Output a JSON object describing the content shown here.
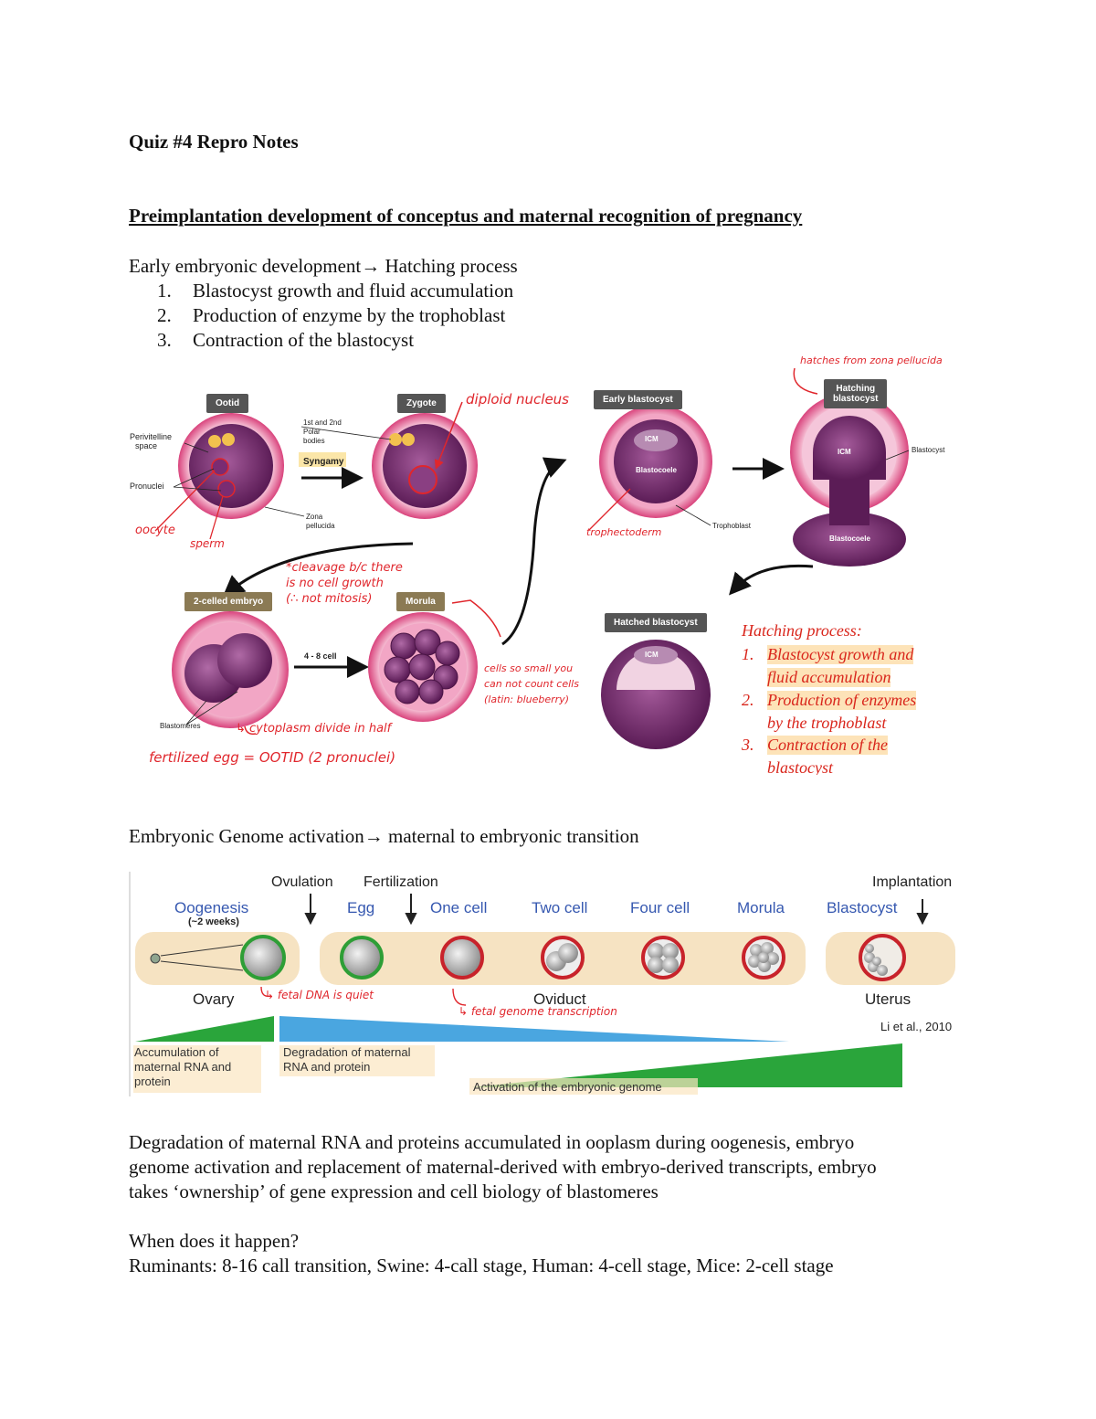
{
  "doc": {
    "title": "Quiz #4 Repro Notes",
    "section_heading": "Preimplantation development of conceptus and maternal recognition of pregnancy",
    "intro_line": "Early embryonic development→ Hatching process",
    "list": [
      {
        "num": "1.",
        "text": "Blastocyst growth and fluid accumulation"
      },
      {
        "num": "2.",
        "text": "Production of enzyme by the trophoblast"
      },
      {
        "num": "3.",
        "text": "Contraction of the blastocyst"
      }
    ],
    "genome_line": "Embryonic Genome activation→ maternal to embryonic transition",
    "degradation_para": [
      "Degradation of maternal RNA and proteins accumulated in ooplasm during oogenesis, embryo",
      "genome activation and replacement of maternal-derived with embryo-derived transcripts, embryo",
      "takes ‘ownership’ of gene expression and cell biology of blastomeres"
    ],
    "question": "When does it happen?",
    "answer": "Ruminants: 8-16 call transition, Swine: 4-call stage, Human: 4-cell stage, Mice: 2-cell stage"
  },
  "figure1": {
    "tags": {
      "ootid": "Ootid",
      "zygote": "Zygote",
      "early_blastocyst": "Early blastocyst",
      "hatching_blastocyst_1": "Hatching",
      "hatching_blastocyst_2": "blastocyst",
      "two_celled": "2-celled embryo",
      "morula": "Morula",
      "hatched_blastocyst": "Hatched blastocyst"
    },
    "labels": {
      "perivitelline_1": "Perivitelline",
      "perivitelline_2": "space",
      "pronuclei": "Pronuclei",
      "polar_1": "1st and 2nd",
      "polar_2": "Polar",
      "polar_3": "bodies",
      "syngamy": "Syngamy",
      "zona_1": "Zona",
      "zona_2": "pellucida",
      "icm": "ICM",
      "blastocoele": "Blastocoele",
      "trophoblast": "Trophoblast",
      "blastocyst": "Blastocyst",
      "blastomeres": "Blastomeres",
      "four_eight": "4 - 8 cell"
    },
    "handwritten": {
      "diploid": "diploid nucleus",
      "oocyte": "oocyte",
      "sperm": "sperm",
      "hatches": "hatches from zona pellucida",
      "trophectoderm": "trophectoderm",
      "cleavage_1": "*cleavage b/c there",
      "cleavage_2": "is no cell growth",
      "cleavage_3": "(∴ not mitosis)",
      "cells_1": "cells so small you",
      "cells_2": "can not count cells",
      "cells_3": "(latin: blueberry)",
      "cytoplasm": "↳ cytoplasm divide in half",
      "fertilized": "fertilized egg = OOTID (2 pronuclei)"
    },
    "hatching_box": {
      "title": "Hatching process:",
      "item1_num": "1.",
      "item1_a": "Blastocyst growth and",
      "item1_b": "fluid accumulation",
      "item2_num": "2.",
      "item2_a": "Production of enzymes",
      "item2_b": "by the trophoblast",
      "item3_num": "3.",
      "item3_a": "Contraction of the",
      "item3_b": "blastocyst"
    }
  },
  "figure2": {
    "ovulation": "Ovulation",
    "fertilization": "Fertilization",
    "implantation": "Implantation",
    "stages": [
      "Oogenesis",
      "Egg",
      "One cell",
      "Two cell",
      "Four cell",
      "Morula",
      "Blastocyst"
    ],
    "weeks": "(~2 weeks)",
    "ovary": "Ovary",
    "oviduct": "Oviduct",
    "uterus": "Uterus",
    "citation": "Li et al., 2010",
    "accum_1": "Accumulation of",
    "accum_2": "maternal RNA and",
    "accum_3": "protein",
    "degr_1": "Degradation of maternal",
    "degr_2": "RNA and protein",
    "activation": "Activation of the embryonic genome",
    "hw_fetal_quiet": "↳ fetal DNA is quiet",
    "hw_fetal_genome": "↳ fetal genome transcription"
  }
}
